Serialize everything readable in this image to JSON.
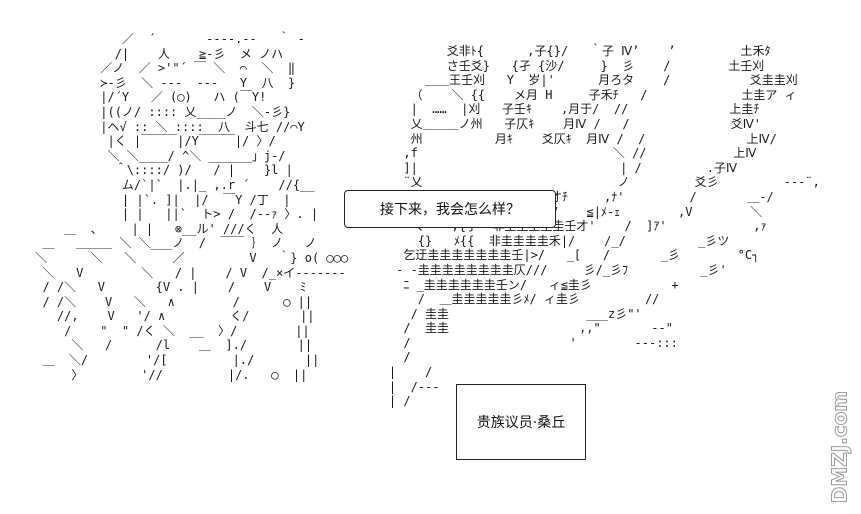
{
  "speech": "接下来，我会怎么样？",
  "nameplate": "贵族议员·桑丘",
  "watermark": "DMZJ.com",
  "art_left": "             ／  ´       ‐‐‐‐.‐‐   ｀ -\n            /|    人    ≧‐彡  メ ノハ\n          ／ノ  ／ >'\"´ ￣ ＼  ⌒  ＼  ‖\n          ≻‐彡  ＼ ‐‐‐  ‐‐‐   Y  八  }\n          |/´Y   ／ (◯)   ハ (￣Y!\n          |((ノ/ :::: 乂____ノ  ＼‐彡}\n          |ヘ√ :: ＼ ::::  八  斗七 //⌒Y\n           |く |￣￣￣|/Y￣￣￣|/ 〉/\n           ＼ ＼____/ ^＼ ______」j‐/\n            ＾\\::::/ )/   / |    }l |\n             ム/`|`  |.|_ ,.r ´    //{__\n             | |`. ]|  |/  ￣Y /丁  |\n             | |   ||`  ト> /  /‐-ｧ 〉. |\n     ＿  、    | |   ⊗__ル' ///く  人\n  ＿   ＿＿＿ ＼ ＼___ノ  /  ￣￣ ｝ ノ   ノ\n ＼      ＼   ＼     ／         V   ｀} o( ◯◯◯\n  ＼   V        ＼   / |    / V  /_×イ‐‐‐‐‐‐‐\n  / /＼   V       {V . |    /    V    ﾐ\n  / /＼    V   ＼   ∧        /      ◯ ||\n    //,    V   '/ ∧         く/       ||\n     /    \"  \" /く ＼  __  〉/        ||\n      ＼   /      /l    ＿  ]./       ||\n  ＿  ＼/        '/[         |./       ||\n      〉        '//         |/.   ◯  ||",
  "art_right": "            爻非ﾄ{      ,子{}/   ｀子 Ⅳ’    ’         土禾ﾀ\n            さ壬爻}   {孑 {沙/     }  彡    /        土壬刈\n         ＿＿王壬刈   Y  岁|'      月ろタ    /           爻圭圭刈\n       （    ＼ {{    メ月 H     子禾ﾁ   /             土圭ア ィ\n       |  ……  |刈   子壬ｷ    ,月于/  //              上圭ﾁ\n       乂＿＿＿ノ州   子仄ｷ    月Ⅳ /   /              爻Ⅳ'\n       州          月ｷ    爻仄ｷ  月Ⅳ /  /              上Ⅳ/\n      ,f                           ＼ //            上Ⅳ\n      ]|                            | /         .子Ⅳ\n      ¨乂                           ノ         爻彡         ‐‐‐¨,\n        ＼  {  非圭圭圭壬た仄才ﾁ     ,ﾅ'         /       ＿‐/\n        Ⅵ   ＾汀孑圭圭圭圭禾Ⅳ    ≦|ﾒ‐ｪ        ,V        ＼\n        、   ,{子  非圭圭圭圭圭壬才'    /  ]ｱ'            ,ｧ\n        {}   ﾒ{{  非圭圭圭圭禾|/    /_/          _彡ツ\n      乞迂圭圭圭圭圭圭圭壬|>/   _[   /       _彡        °C┐\n     ‐ ‐圭圭圭圭圭圭圭圭仄///     彡/_彡ﾌ          _彡'\n      ﾆ _圭圭圭圭圭圭壬ン/   ィ≦圭彡           +\n        /  ＿圭圭圭圭圭彡ﾒ/ ィ圭彡         //\n       / 圭圭                   ___z彡\"'\n      /  圭圭                  ,,\"       ‐‐\"\n      /                      '        ‐‐‐:::\n      /\n    |    /\n    |  /‐‐‐\n    | /"
}
